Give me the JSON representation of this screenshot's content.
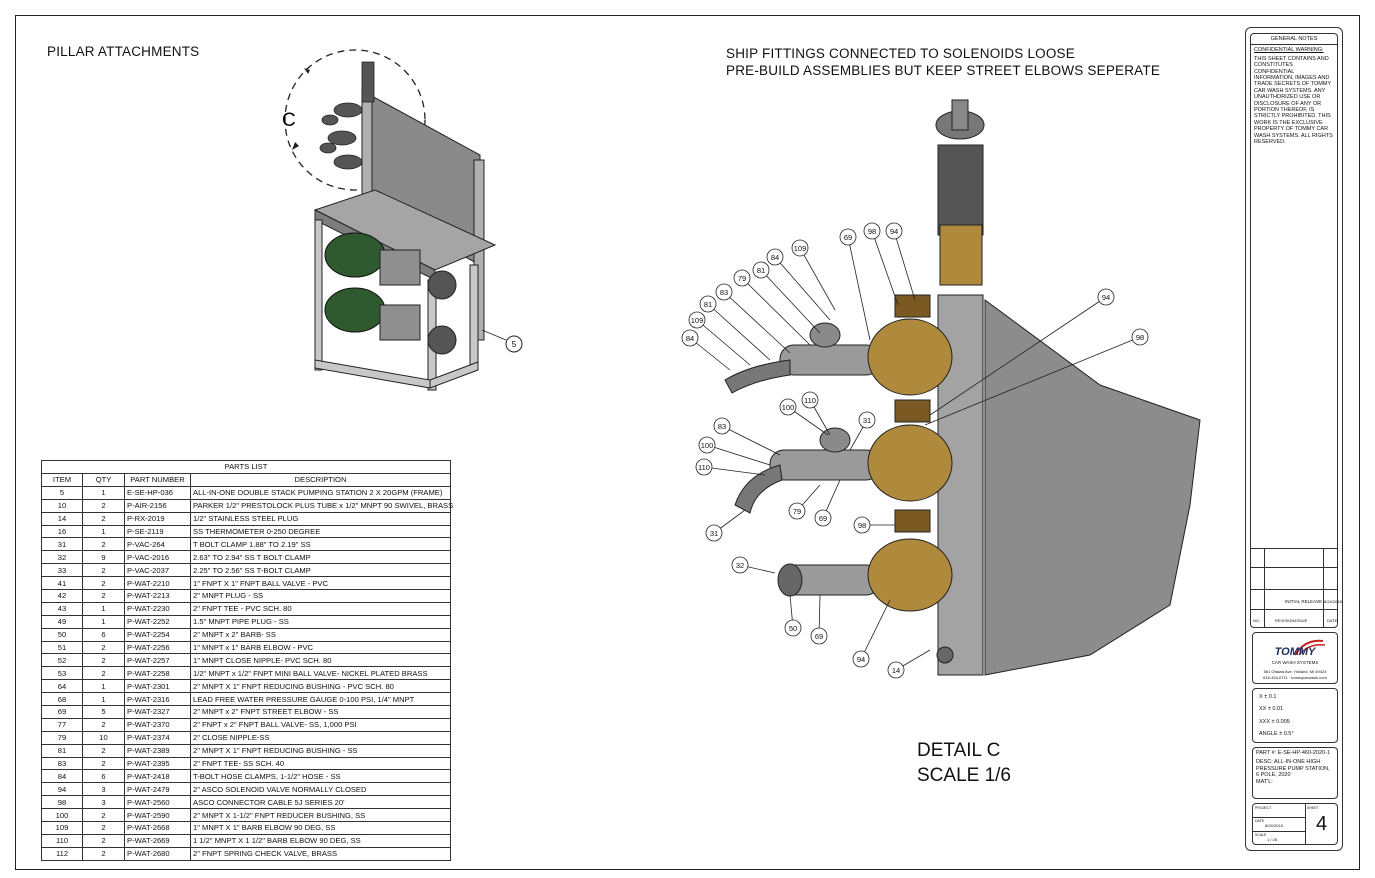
{
  "notes": {
    "pillar_title": "PILLAR ATTACHMENTS",
    "ship_line1": "SHIP FITTINGS CONNECTED TO SOLENOIDS LOOSE",
    "ship_line2": "PRE-BUILD ASSEMBLIES BUT KEEP STREET ELBOWS SEPERATE",
    "detail_title": "DETAIL  C",
    "detail_scale": "SCALE 1/6",
    "detail_marker": "C"
  },
  "callouts": {
    "overview": [
      "5"
    ],
    "upper": [
      "69",
      "98",
      "94",
      "109",
      "84",
      "81",
      "79",
      "83",
      "81",
      "109",
      "84",
      "94",
      "98"
    ],
    "middle": [
      "100",
      "110",
      "31",
      "83",
      "100",
      "110",
      "79",
      "69",
      "31"
    ],
    "lower": [
      "98",
      "32",
      "50",
      "69",
      "94",
      "14"
    ]
  },
  "parts_list": {
    "title": "PARTS LIST",
    "headers": [
      "ITEM",
      "QTY",
      "PART NUMBER",
      "DESCRIPTION"
    ],
    "rows": [
      [
        "5",
        "1",
        "E-SE-HP-036",
        "ALL-IN-ONE DOUBLE STACK PUMPING STATION 2 X 20GPM (FRAME)"
      ],
      [
        "10",
        "2",
        "P-AIR-2156",
        "PARKER 1/2\" PRESTOLOCK PLUS TUBE x 1/2\" MNPT 90 SWIVEL, BRASS"
      ],
      [
        "14",
        "2",
        "P-RX-2019",
        "1/2\" STAINLESS STEEL PLUG"
      ],
      [
        "16",
        "1",
        "P-SE-2119",
        "SS THERMOMETER 0-250 DEGREE"
      ],
      [
        "31",
        "2",
        "P-VAC-264",
        "T BOLT CLAMP 1.88\" TO 2.19\" SS"
      ],
      [
        "32",
        "9",
        "P-VAC-2016",
        "2.63\" TO 2.94\" SS T BOLT CLAMP"
      ],
      [
        "33",
        "2",
        "P-VAC-2037",
        "2.25\" TO 2.56\" SS T-BOLT CLAMP"
      ],
      [
        "41",
        "2",
        "P-WAT-2210",
        "1\" FNPT X 1\" FNPT BALL VALVE - PVC"
      ],
      [
        "42",
        "2",
        "P-WAT-2213",
        "2\" MNPT PLUG - SS"
      ],
      [
        "43",
        "1",
        "P-WAT-2230",
        "2\" FNPT TEE - PVC SCH. 80"
      ],
      [
        "49",
        "1",
        "P-WAT-2252",
        "1.5\" MNPT PIPE PLUG - SS"
      ],
      [
        "50",
        "6",
        "P-WAT-2254",
        "2\" MNPT x 2\" BARB- SS"
      ],
      [
        "51",
        "2",
        "P-WAT-2256",
        "1\" MNPT x 1\" BARB ELBOW - PVC"
      ],
      [
        "52",
        "2",
        "P-WAT-2257",
        "1\" MNPT CLOSE NIPPLE- PVC SCH. 80"
      ],
      [
        "53",
        "2",
        "P-WAT-2258",
        "1/2\" MNPT x 1/2\" FNPT MINI BALL VALVE- NICKEL PLATED BRASS"
      ],
      [
        "64",
        "1",
        "P-WAT-2301",
        "2\" MNPT X 1\" FNPT REDUCING BUSHING - PVC SCH. 80"
      ],
      [
        "68",
        "1",
        "P-WAT-2316",
        "LEAD FREE WATER PRESSURE GAUGE 0-100 PSI, 1/4\" MNPT"
      ],
      [
        "69",
        "5",
        "P-WAT-2327",
        "2\" MNPT x 2\" FNPT STREET ELBOW - SS"
      ],
      [
        "77",
        "2",
        "P-WAT-2370",
        "2\" FNPT x 2\" FNPT BALL VALVE- SS, 1,000 PSI"
      ],
      [
        "79",
        "10",
        "P-WAT-2374",
        "2\" CLOSE NIPPLE-SS"
      ],
      [
        "81",
        "2",
        "P-WAT-2389",
        "2\" MNPT X 1\" FNPT REDUCING BUSHING - SS"
      ],
      [
        "83",
        "2",
        "P-WAT-2395",
        "2\" FNPT TEE- SS SCH. 40"
      ],
      [
        "84",
        "6",
        "P-WAT-2418",
        "T-BOLT HOSE CLAMPS, 1-1/2\" HOSE - SS"
      ],
      [
        "94",
        "3",
        "P-WAT-2479",
        "2\" ASCO SOLENOID VALVE NORMALLY CLOSED"
      ],
      [
        "98",
        "3",
        "P-WAT-2560",
        "ASCO CONNECTOR CABLE 5J SERIES 20'"
      ],
      [
        "100",
        "2",
        "P-WAT-2590",
        "2\" MNPT X 1-1/2\" FNPT REDUCER BUSHING, SS"
      ],
      [
        "109",
        "2",
        "P-WAT-2668",
        "1\" MNPT X 1\" BARB ELBOW 90 DEG, SS"
      ],
      [
        "110",
        "2",
        "P-WAT-2669",
        "1 1/2\" MNPT X 1 1/2\" BARB ELBOW 90 DEG, SS"
      ],
      [
        "112",
        "2",
        "P-WAT-2680",
        "2\" FNPT SPRING CHECK VALVE, BRASS"
      ]
    ]
  },
  "title_block": {
    "general_notes_title": "GENERAL NOTES",
    "confidential_heading": "CONFIDENTIAL WARNING:",
    "confidential_text": "THIS SHEET CONTAINS AND CONSTITUTES CONFIDENTIAL INFORMATION, IMAGES AND TRADE SECRETS OF TOMMY CAR WASH SYSTEMS. ANY UNAUTHORIZED USE OR DISCLOSURE OF ANY OR PORTION THEREOF, IS STRICTLY PROHIBITED. THIS WORK IS THE EXCLUSIVE PROPERTY OF TOMMY CAR WASH SYSTEMS. ALL RIGHTS RESERVED.",
    "revision_desc": "INITIAL RELEASE",
    "revision_date": "8/24/2018",
    "rev_no_label": "NO.",
    "rev_issue_label": "REVISION/ISSUE",
    "rev_date_label": "DATE",
    "logo_text": "TOMMY",
    "logo_sub": "CAR WASH SYSTEMS",
    "address": "581 Ottawa Ave. Holland, MI 49423",
    "contact": "616-494-0711 · tommycarwash.com",
    "tol_x": "X ± 0.1",
    "tol_xx": "XX ± 0.01",
    "tol_xxx": "XXX ± 0.005",
    "tol_angle": "ANGLE ± 0.5°",
    "part_no": "PART #: E-SE-HP-460-2020-1",
    "desc": "DESC: ALL-IN-ONE HIGH PRESSURE PUMP STATION, 6 POLE, 2020",
    "matl": "MAT'L:",
    "project_label": "PROJECT",
    "sheet_label": "SHEET",
    "date_label": "DATE",
    "date_value": "8/24/2018",
    "scale_label": "SCALE",
    "scale_value": "1 / 28",
    "sheet_number": "4"
  }
}
